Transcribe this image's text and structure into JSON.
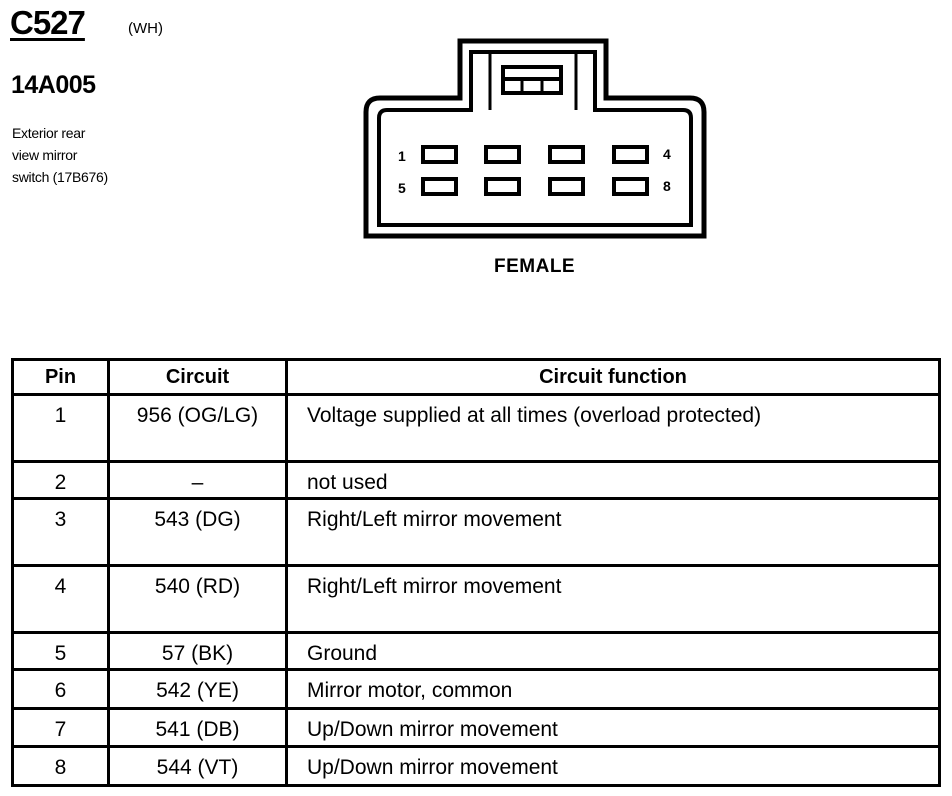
{
  "header": {
    "connector_id": "C527",
    "color_code": "(WH)",
    "part_number": "14A005",
    "description": [
      "Exterior rear",
      "view mirror",
      "switch (17B676)"
    ]
  },
  "connector": {
    "gender": "FEMALE",
    "pin_labels": {
      "top_left": "1",
      "top_right": "4",
      "bottom_left": "5",
      "bottom_right": "8"
    }
  },
  "table": {
    "headers": {
      "pin": "Pin",
      "circuit": "Circuit",
      "function": "Circuit function"
    },
    "rows": [
      {
        "pin": "1",
        "circuit": "956 (OG/LG)",
        "function": "Voltage supplied at all times (overload protected)"
      },
      {
        "pin": "2",
        "circuit": "–",
        "function": "not used"
      },
      {
        "pin": "3",
        "circuit": "543 (DG)",
        "function": "Right/Left mirror movement"
      },
      {
        "pin": "4",
        "circuit": "540 (RD)",
        "function": "Right/Left mirror movement"
      },
      {
        "pin": "5",
        "circuit": "57 (BK)",
        "function": "Ground"
      },
      {
        "pin": "6",
        "circuit": "542 (YE)",
        "function": "Mirror motor, common"
      },
      {
        "pin": "7",
        "circuit": "541 (DB)",
        "function": "Up/Down mirror movement"
      },
      {
        "pin": "8",
        "circuit": "544 (VT)",
        "function": "Up/Down mirror movement"
      }
    ]
  }
}
